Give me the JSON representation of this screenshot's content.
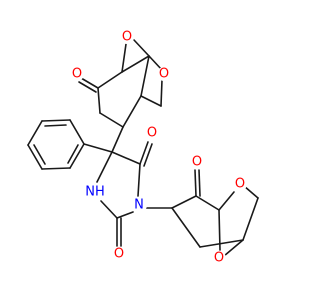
{
  "molecule": {
    "labels": {
      "o_bridge_top": "O",
      "o_ketone_top": "O",
      "o_ring_top": "O",
      "o_imide_c4": "O",
      "n_hydantoin_3": "N",
      "nh_hydantoin_1": "NH",
      "o_imide_c2": "O",
      "o_ketone_bottom": "O",
      "o_ring_bottom": "O",
      "o_bridge_bottom": "O"
    },
    "colors": {
      "oxygen": "#ff0000",
      "nitrogen": "#0000ff",
      "bond": "#1a1a1a",
      "background": "#ffffff"
    }
  }
}
